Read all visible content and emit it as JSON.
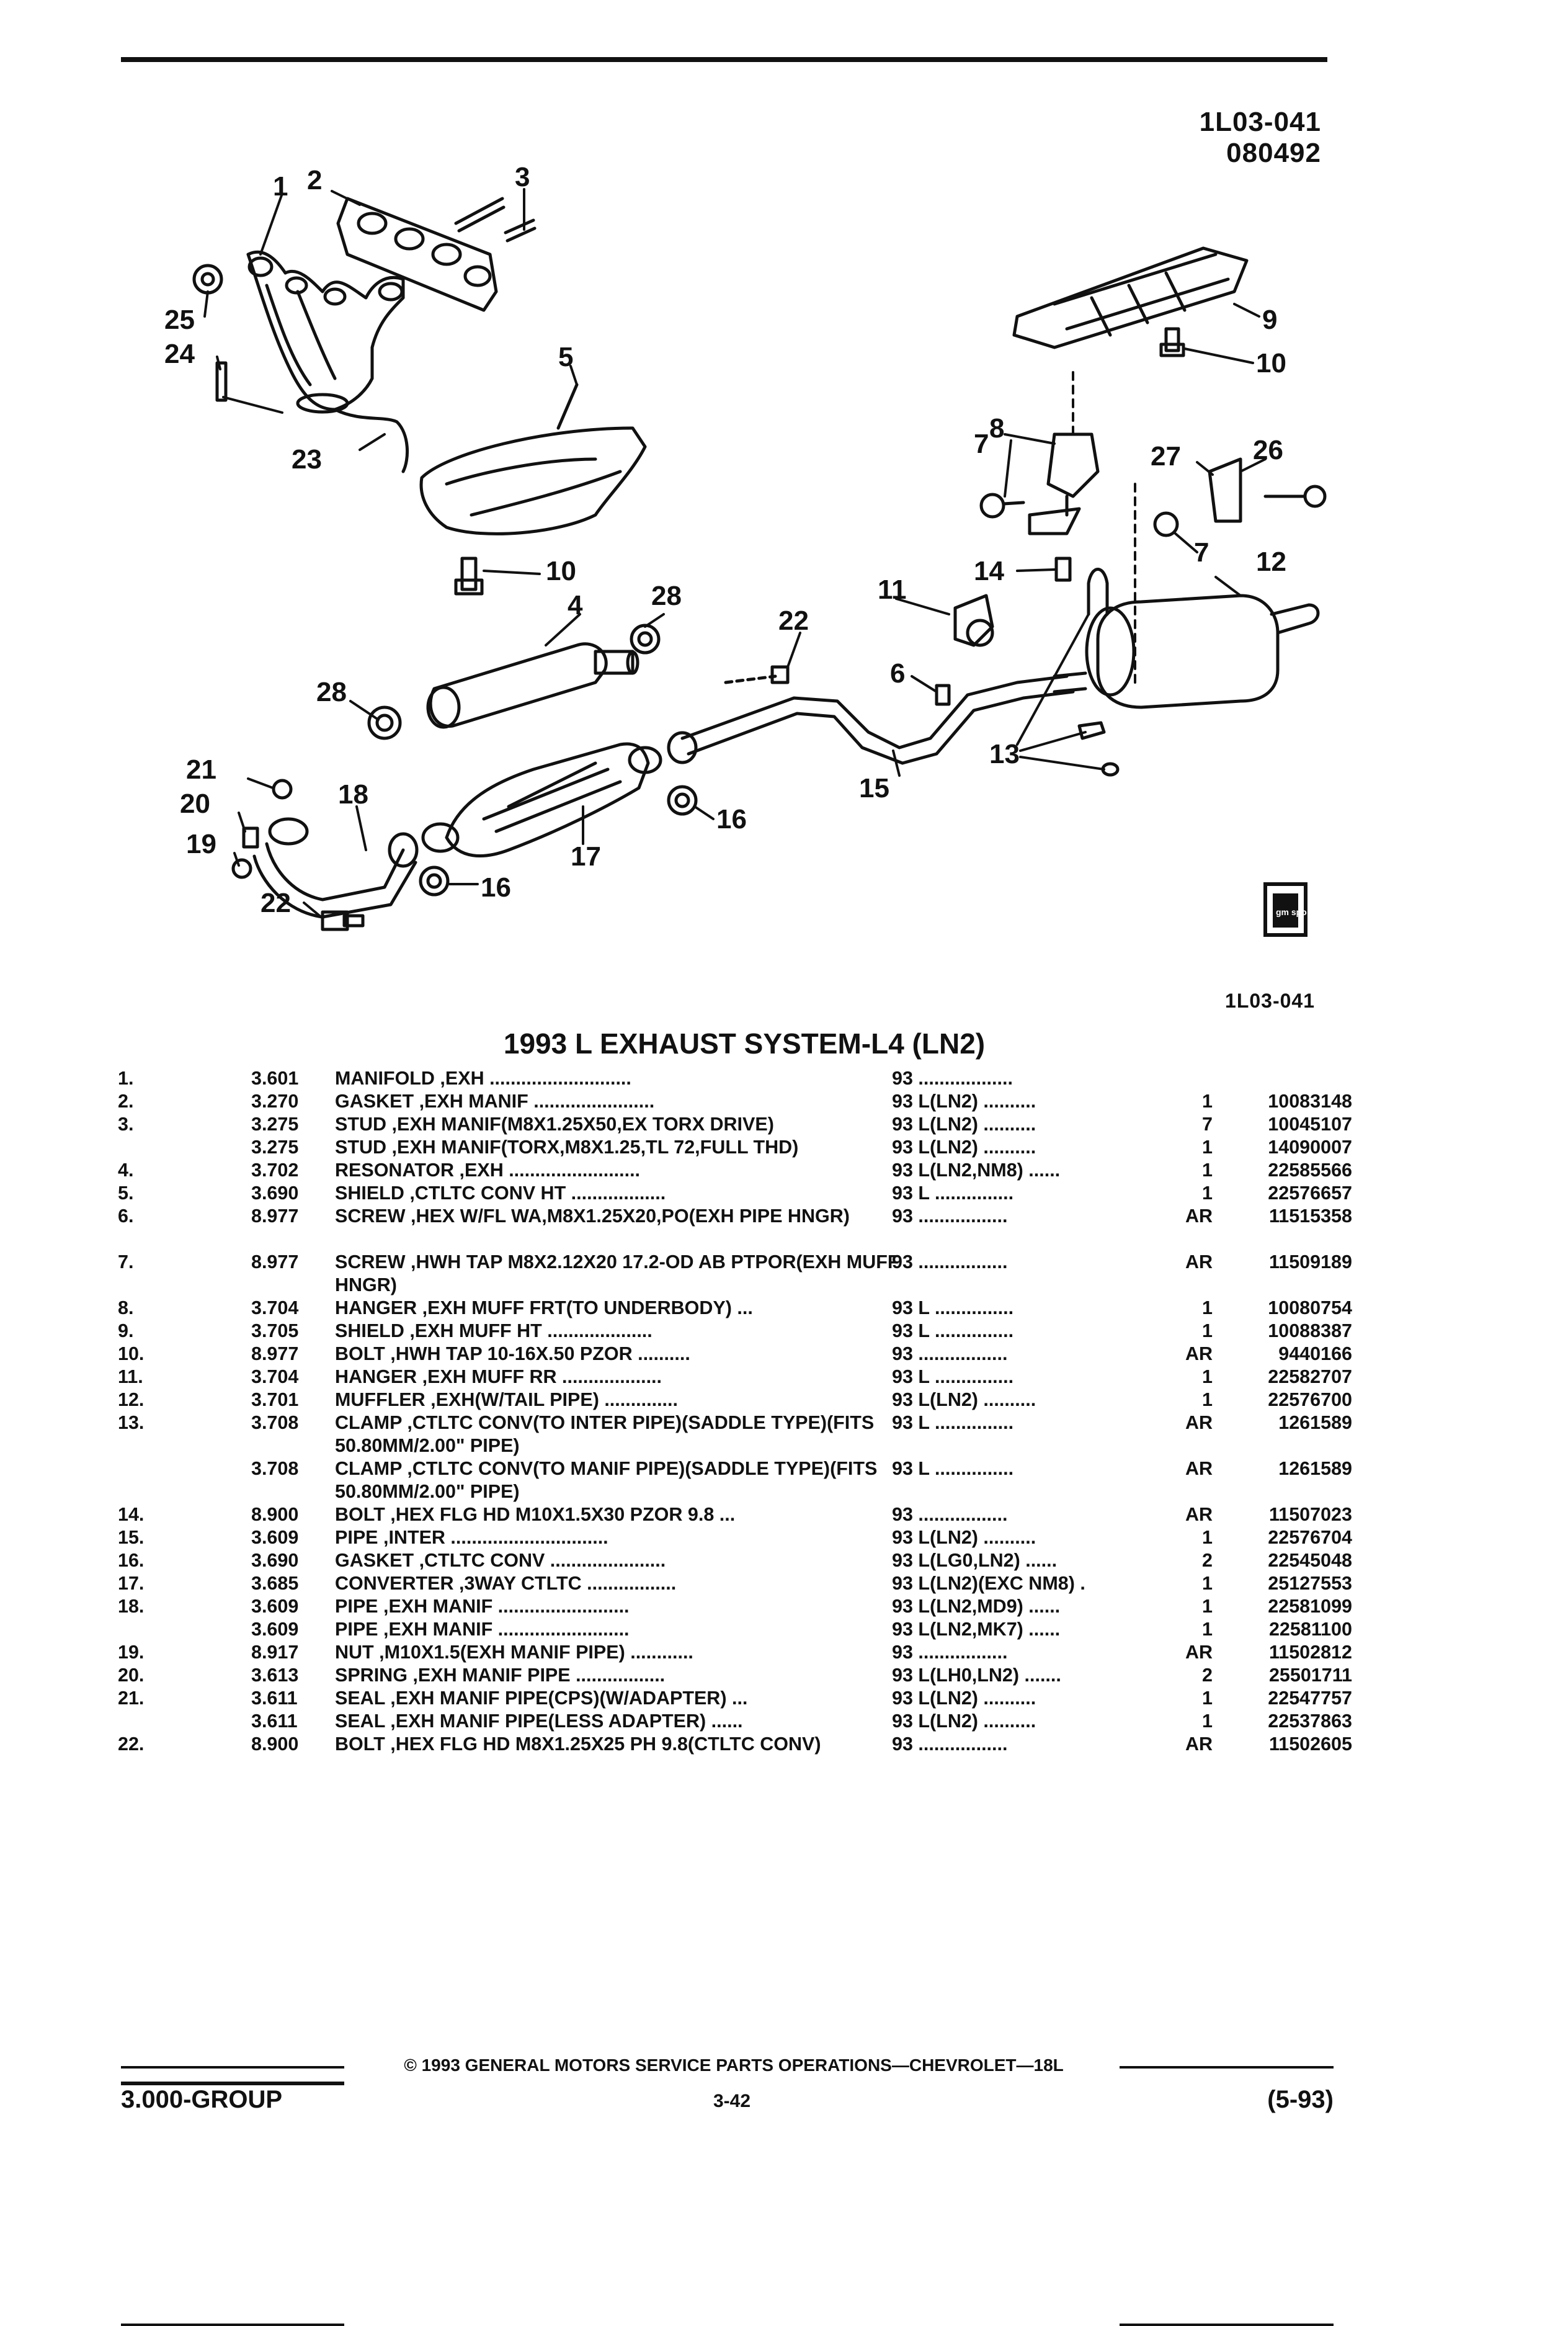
{
  "header": {
    "code": "1L03-041",
    "date": "080492"
  },
  "diagram": {
    "code_bottom": "1L03-041",
    "badge_text": "gm spo",
    "callouts": [
      "1",
      "2",
      "3",
      "4",
      "5",
      "6",
      "7",
      "7",
      "8",
      "9",
      "10",
      "10",
      "11",
      "12",
      "13",
      "14",
      "15",
      "16",
      "16",
      "17",
      "18",
      "19",
      "20",
      "21",
      "22",
      "22",
      "23",
      "24",
      "25",
      "26",
      "27",
      "28",
      "28"
    ]
  },
  "section_title": "1993 L EXHAUST SYSTEM-L4 (LN2)",
  "parts": [
    {
      "num": "1.",
      "grp": "3.601",
      "desc": "MANIFOLD ,EXH ...........................",
      "model": "93 ..................",
      "qty": "",
      "part": ""
    },
    {
      "num": "2.",
      "grp": "3.270",
      "desc": "GASKET ,EXH MANIF .......................",
      "model": "93 L(LN2) ..........",
      "qty": "1",
      "part": "10083148"
    },
    {
      "num": "3.",
      "grp": "3.275",
      "desc": "STUD ,EXH MANIF(M8X1.25X50,EX TORX DRIVE)",
      "model": "93 L(LN2) ..........",
      "qty": "7",
      "part": "10045107"
    },
    {
      "num": "",
      "grp": "3.275",
      "desc": "STUD ,EXH MANIF(TORX,M8X1.25,TL 72,FULL THD)",
      "model": "93 L(LN2) ..........",
      "qty": "1",
      "part": "14090007"
    },
    {
      "num": "4.",
      "grp": "3.702",
      "desc": "RESONATOR ,EXH .........................",
      "model": "93 L(LN2,NM8) ......",
      "qty": "1",
      "part": "22585566"
    },
    {
      "num": "5.",
      "grp": "3.690",
      "desc": "SHIELD ,CTLTC CONV HT ..................",
      "model": "93 L ...............",
      "qty": "1",
      "part": "22576657"
    },
    {
      "num": "6.",
      "grp": "8.977",
      "desc": "SCREW ,HEX W/FL WA,M8X1.25X20,PO(EXH PIPE HNGR)",
      "model": "93 .................",
      "qty": "AR",
      "part": "11515358"
    },
    {
      "num": "7.",
      "grp": "8.977",
      "desc": "SCREW ,HWH TAP M8X2.12X20 17.2-OD AB PTPOR(EXH MUFF HNGR)",
      "model": "93 .................",
      "qty": "AR",
      "part": "11509189"
    },
    {
      "num": "8.",
      "grp": "3.704",
      "desc": "HANGER ,EXH MUFF FRT(TO UNDERBODY) ...",
      "model": "93 L ...............",
      "qty": "1",
      "part": "10080754"
    },
    {
      "num": "9.",
      "grp": "3.705",
      "desc": "SHIELD ,EXH MUFF HT ....................",
      "model": "93 L ...............",
      "qty": "1",
      "part": "10088387"
    },
    {
      "num": "10.",
      "grp": "8.977",
      "desc": "BOLT ,HWH TAP 10-16X.50 PZOR ..........",
      "model": "93 .................",
      "qty": "AR",
      "part": "9440166"
    },
    {
      "num": "11.",
      "grp": "3.704",
      "desc": "HANGER ,EXH MUFF RR ...................",
      "model": "93 L ...............",
      "qty": "1",
      "part": "22582707"
    },
    {
      "num": "12.",
      "grp": "3.701",
      "desc": "MUFFLER ,EXH(W/TAIL PIPE) ..............",
      "model": "93 L(LN2) ..........",
      "qty": "1",
      "part": "22576700"
    },
    {
      "num": "13.",
      "grp": "3.708",
      "desc": "CLAMP ,CTLTC CONV(TO INTER PIPE)(SADDLE TYPE)(FITS 50.80MM/2.00\" PIPE)",
      "model": "93 L ...............",
      "qty": "AR",
      "part": "1261589"
    },
    {
      "num": "",
      "grp": "3.708",
      "desc": "CLAMP ,CTLTC CONV(TO MANIF PIPE)(SADDLE TYPE)(FITS 50.80MM/2.00\" PIPE)",
      "model": "93 L ...............",
      "qty": "AR",
      "part": "1261589"
    },
    {
      "num": "14.",
      "grp": "8.900",
      "desc": "BOLT ,HEX FLG HD M10X1.5X30 PZOR 9.8 ...",
      "model": "93 .................",
      "qty": "AR",
      "part": "11507023"
    },
    {
      "num": "15.",
      "grp": "3.609",
      "desc": "PIPE ,INTER ..............................",
      "model": "93 L(LN2) ..........",
      "qty": "1",
      "part": "22576704"
    },
    {
      "num": "16.",
      "grp": "3.690",
      "desc": "GASKET ,CTLTC CONV ......................",
      "model": "93 L(LG0,LN2) ......",
      "qty": "2",
      "part": "22545048"
    },
    {
      "num": "17.",
      "grp": "3.685",
      "desc": "CONVERTER ,3WAY CTLTC .................",
      "model": "93 L(LN2)(EXC NM8) .",
      "qty": "1",
      "part": "25127553"
    },
    {
      "num": "18.",
      "grp": "3.609",
      "desc": "PIPE ,EXH MANIF .........................",
      "model": "93 L(LN2,MD9) ......",
      "qty": "1",
      "part": "22581099"
    },
    {
      "num": "",
      "grp": "3.609",
      "desc": "PIPE ,EXH MANIF .........................",
      "model": "93 L(LN2,MK7) ......",
      "qty": "1",
      "part": "22581100"
    },
    {
      "num": "19.",
      "grp": "8.917",
      "desc": "NUT ,M10X1.5(EXH MANIF PIPE) ............",
      "model": "93 .................",
      "qty": "AR",
      "part": "11502812"
    },
    {
      "num": "20.",
      "grp": "3.613",
      "desc": "SPRING ,EXH MANIF PIPE .................",
      "model": "93 L(LH0,LN2) .......",
      "qty": "2",
      "part": "25501711"
    },
    {
      "num": "21.",
      "grp": "3.611",
      "desc": "SEAL ,EXH MANIF PIPE(CPS)(W/ADAPTER) ...",
      "model": "93 L(LN2) ..........",
      "qty": "1",
      "part": "22547757"
    },
    {
      "num": "",
      "grp": "3.611",
      "desc": "SEAL ,EXH MANIF PIPE(LESS ADAPTER) ......",
      "model": "93 L(LN2) ..........",
      "qty": "1",
      "part": "22537863"
    },
    {
      "num": "22.",
      "grp": "8.900",
      "desc": "BOLT ,HEX FLG HD M8X1.25X25 PH 9.8(CTLTC CONV)",
      "model": "93 .................",
      "qty": "AR",
      "part": "11502605"
    }
  ],
  "footer": {
    "copyright": "© 1993 GENERAL MOTORS SERVICE PARTS OPERATIONS—CHEVROLET—18L",
    "group": "3.000-GROUP",
    "page": "3-42",
    "edition": "(5-93)"
  }
}
